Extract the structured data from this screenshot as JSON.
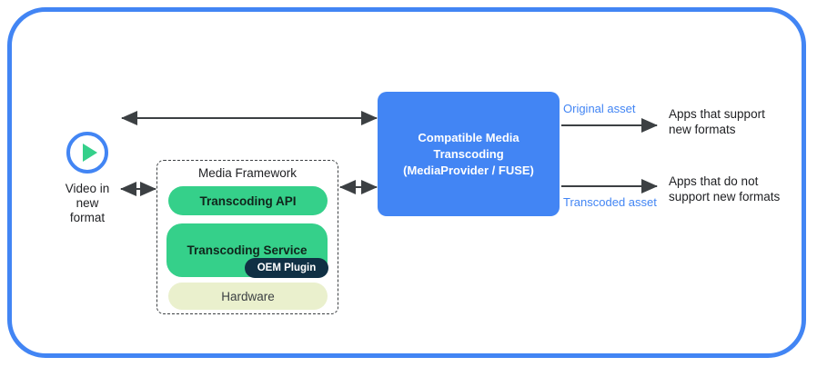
{
  "frame": {
    "border_color": "#4285f4"
  },
  "source": {
    "icon": "play-circle-icon",
    "label": "Video in\nnew\nformat",
    "label_line1": "Video in",
    "label_line2": "new",
    "label_line3": "format",
    "ring_color": "#4285f4",
    "triangle_color": "#35d08a"
  },
  "media_framework": {
    "title": "Media Framework",
    "border_style": "dashed",
    "items": [
      {
        "name": "transcoding-api",
        "label": "Transcoding API",
        "color": "#35d08a"
      },
      {
        "name": "transcoding-service",
        "label": "Transcoding Service",
        "color": "#35d08a"
      },
      {
        "name": "oem-plugin",
        "label": "OEM Plugin",
        "color": "#103044"
      },
      {
        "name": "hardware",
        "label": "Hardware",
        "color": "#eaf0cd"
      }
    ]
  },
  "central_box": {
    "color": "#4285f4",
    "line1": "Compatible Media",
    "line2": "Transcoding",
    "line3": "(MediaProvider / FUSE)"
  },
  "outputs": [
    {
      "asset_label": "Original asset",
      "asset_label_color": "#4285f4",
      "target_line1": "Apps that support",
      "target_line2": "new formats"
    },
    {
      "asset_label": "Transcoded asset",
      "asset_label_color": "#4285f4",
      "target_line1": "Apps that do not",
      "target_line2": "support new formats"
    }
  ],
  "connectors": [
    {
      "name": "video-to-framework",
      "type": "double-arrow"
    },
    {
      "name": "video-to-transcoding",
      "type": "double-arrow"
    },
    {
      "name": "framework-to-transcoding",
      "type": "double-arrow"
    },
    {
      "name": "transcoding-to-apps-support",
      "type": "single-arrow"
    },
    {
      "name": "transcoding-to-apps-nosupport",
      "type": "single-arrow"
    }
  ]
}
